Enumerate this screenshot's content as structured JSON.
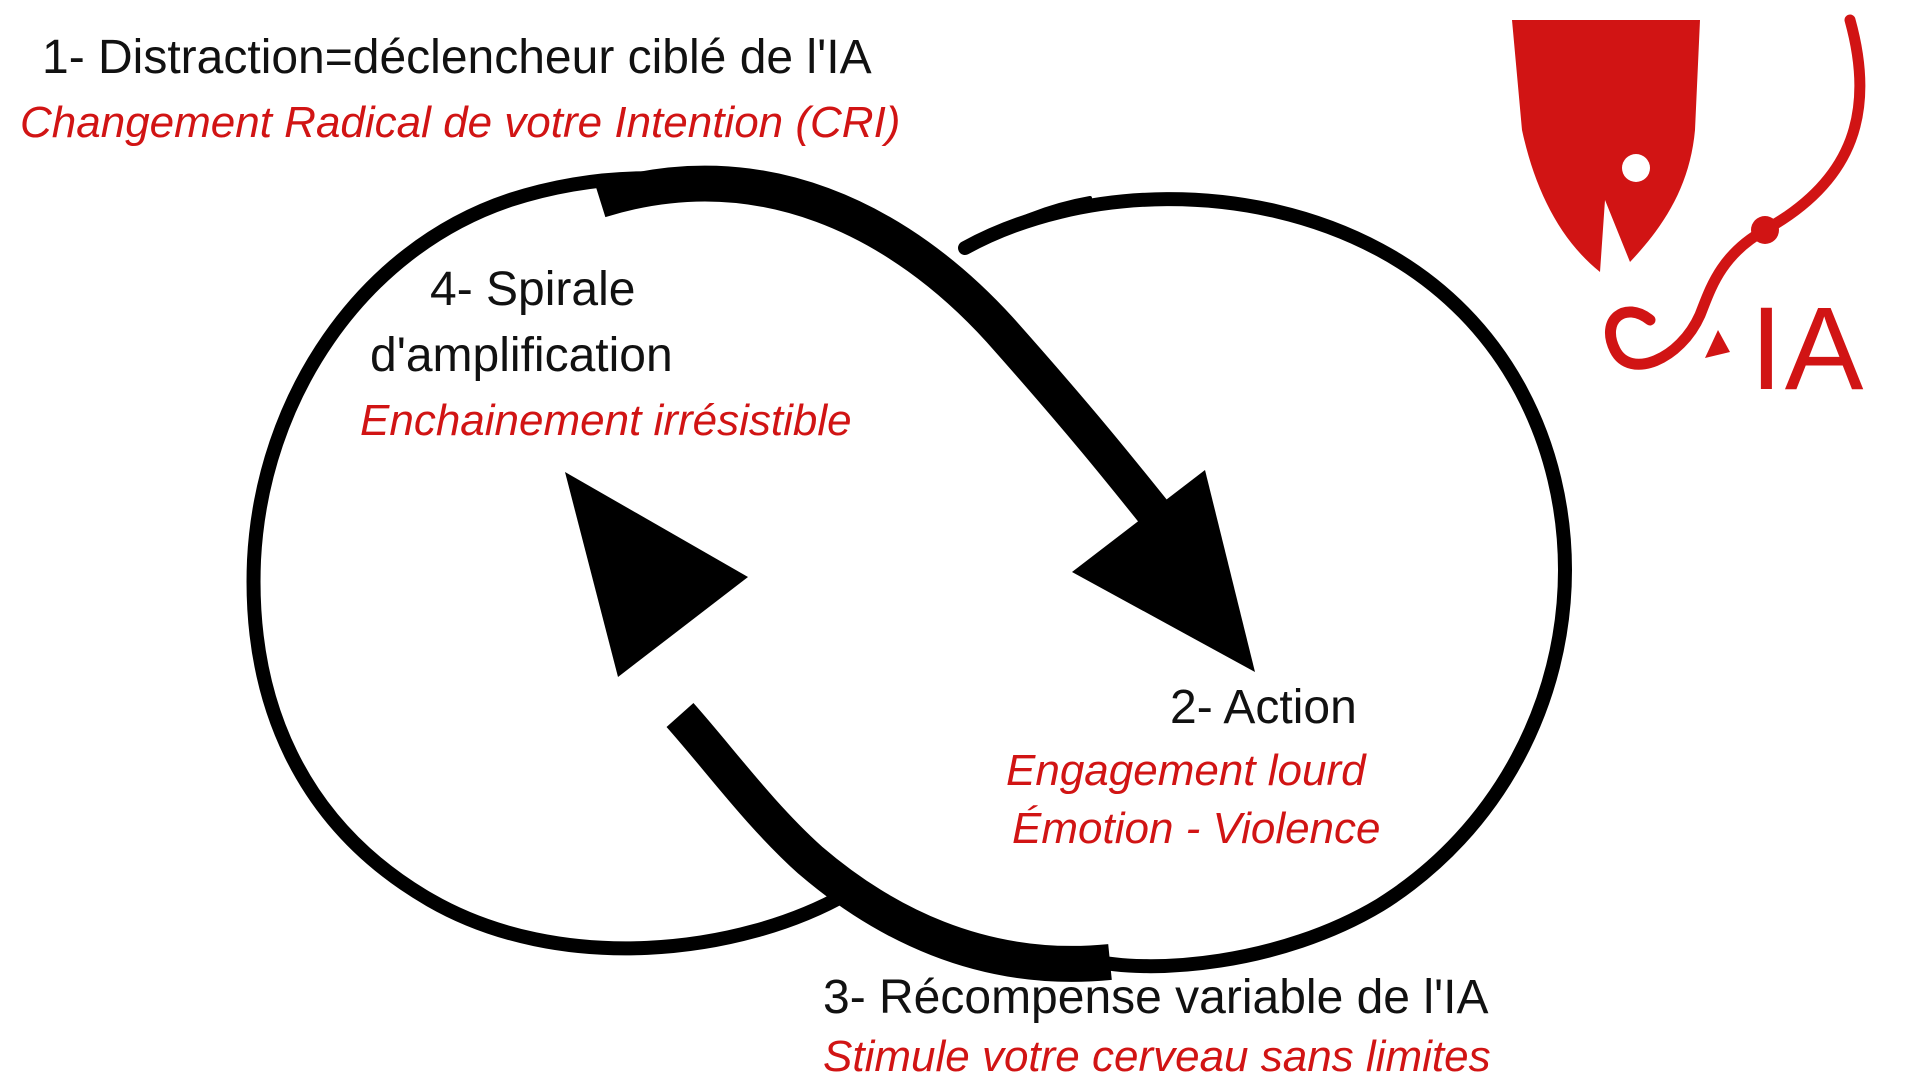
{
  "steps": {
    "step1": {
      "title": "1- Distraction=déclencheur ciblé de l'IA",
      "subtitle": "Changement Radical de votre Intention (CRI)"
    },
    "step2": {
      "title": "2- Action",
      "subtitle_line1": "Engagement lourd",
      "subtitle_line2": "Émotion - Violence"
    },
    "step3": {
      "title": "3- Récompense variable de l'IA",
      "subtitle": "Stimule votre cerveau sans limites"
    },
    "step4": {
      "title_line1": "4- Spirale",
      "title_line2": "d'amplification",
      "subtitle": "Enchainement irrésistible"
    }
  },
  "logo": {
    "text": "IA",
    "icon": "fish-hook-icon"
  },
  "colors": {
    "accent": "#d11414",
    "text": "#111111",
    "stroke": "#000000",
    "background": "#ffffff"
  }
}
